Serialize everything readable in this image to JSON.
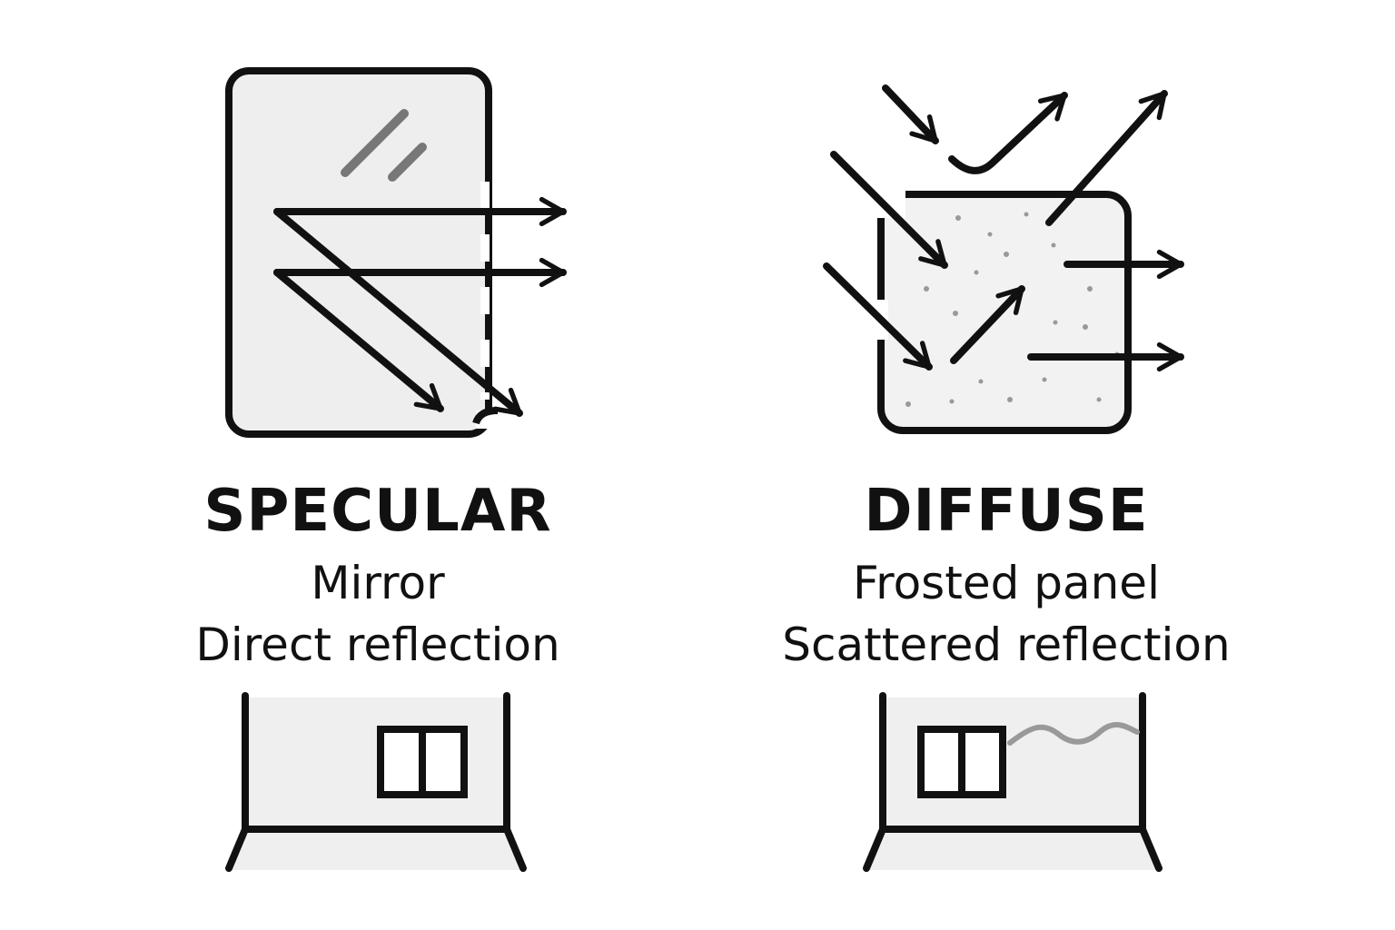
{
  "specular": {
    "title": "SPECULAR",
    "line1": "Mirror",
    "line2": "Direct reflection"
  },
  "diffuse": {
    "title": "DIFFUSE",
    "line1": "Frosted panel",
    "line2": "Scattered reflection"
  },
  "colors": {
    "ink": "#111111",
    "panel_fill": "#eeeeee",
    "glint": "#777777",
    "wave": "#999999"
  },
  "icons": {
    "specular_panel": "mirror-icon",
    "diffuse_panel": "frosted-panel-icon",
    "specular_scene": "room-with-window-icon",
    "diffuse_scene": "room-with-window-icon"
  }
}
